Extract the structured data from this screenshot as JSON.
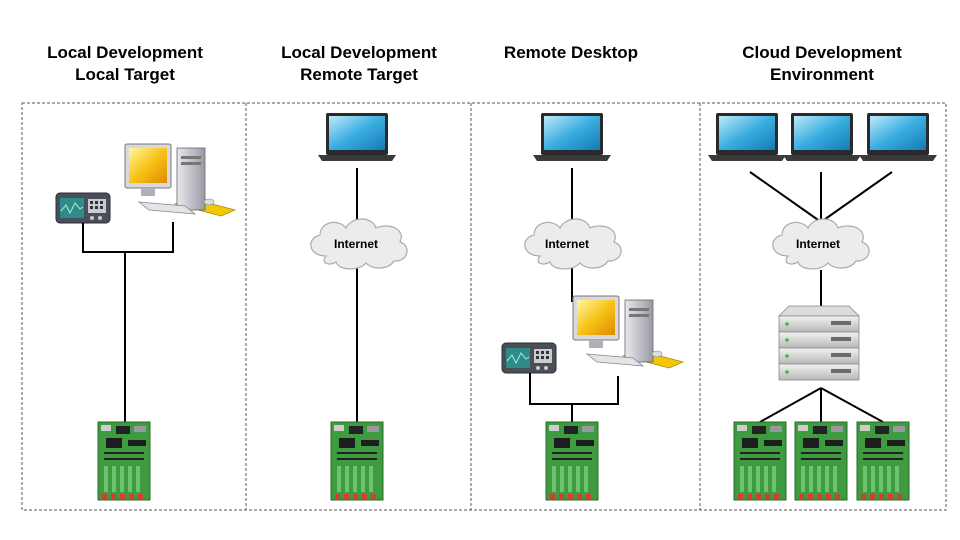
{
  "columns": [
    {
      "title": "Local Development\nLocal Target"
    },
    {
      "title": "Local Development\nRemote Target"
    },
    {
      "title": "Remote Desktop"
    },
    {
      "title": "Cloud Development\nEnvironment"
    }
  ],
  "internet_label": "Internet",
  "colors": {
    "border": "#555555",
    "line": "#000000",
    "screen": "#2a9fd6",
    "board": "#3c9a3c",
    "cloud": "#e8e8e8"
  }
}
